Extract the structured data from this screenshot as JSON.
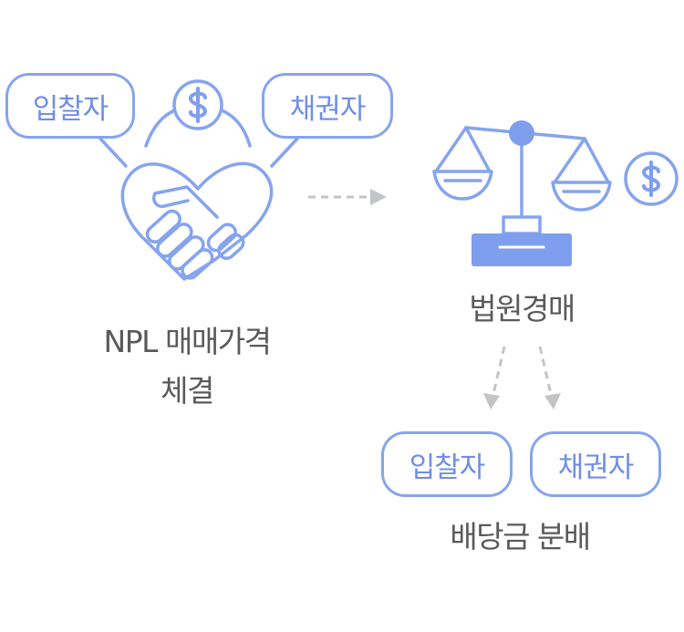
{
  "deal": {
    "bidder_label": "입찰자",
    "creditor_label": "채권자",
    "caption_line1": "NPL 매매가격",
    "caption_line2": "체결"
  },
  "auction": {
    "caption": "법원경매"
  },
  "distribution": {
    "bidder_label": "입찰자",
    "creditor_label": "채권자",
    "caption": "배당금 분배"
  },
  "icons": [
    "dollar-coin-icon",
    "handshake-icon",
    "scale-icon",
    "gavel-base-icon",
    "arrow-right-icon",
    "arrow-down-icon"
  ],
  "colors": {
    "accent": "#86a4ee",
    "accent_fill": "#7f9eee",
    "text": "#6f8fe6",
    "caption": "#5a5a5a",
    "arrow": "#c2c4c8"
  }
}
